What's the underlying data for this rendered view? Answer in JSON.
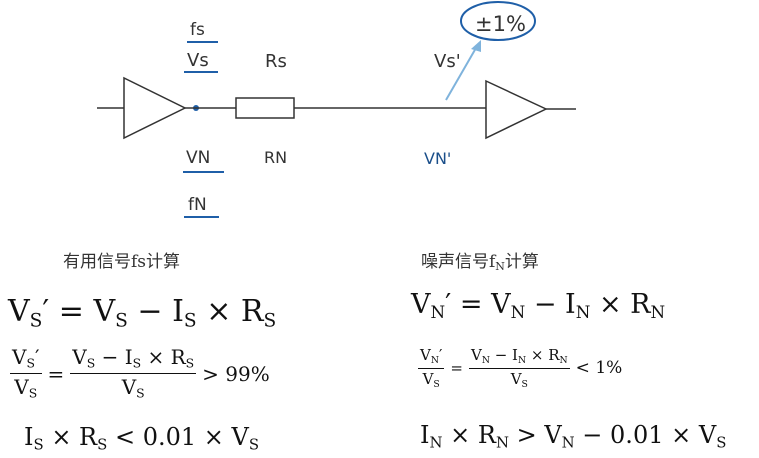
{
  "diagram": {
    "labels": {
      "fs": "fs",
      "vs": "Vs",
      "rs": "Rs",
      "vs_prime": "Vs'",
      "tolerance": "±1%",
      "vn": "VN",
      "rn": "RN",
      "vn_prime": "VN'",
      "fn": "fN"
    },
    "colors": {
      "line": "#333333",
      "node": "#1f5fa8",
      "arrow": "#7fb3dc",
      "circle": "#1f5fa8",
      "ink_blue": "#1b4f8a"
    }
  },
  "captions": {
    "left": "有用信号fs计算",
    "right_prefix": "噪声信号f",
    "right_sub": "N",
    "right_suffix": "计算"
  },
  "left_equations": {
    "eq1": {
      "lhs": "V",
      "lhs_sub": "S",
      "prime": "′",
      "rest": " = V",
      "s1": "S",
      "minus": " − I",
      "s2": "S",
      "times": " × R",
      "s3": "S"
    },
    "eq2": {
      "num_v": "V",
      "num_sub": "S",
      "num_prime": "′",
      "den_v": "V",
      "den_sub": "S",
      "eq": "=",
      "n2_a": "V",
      "n2_a_sub": "S",
      "n2_b": " − I",
      "n2_b_sub": "S",
      "n2_c": " × R",
      "n2_c_sub": "S",
      "d2": "V",
      "d2_sub": "S",
      "tail": "> 99%"
    },
    "eq3": {
      "a": "I",
      "a_sub": "S",
      "b": " × R",
      "b_sub": "S",
      "c": " < 0.01 × V",
      "c_sub": "S"
    }
  },
  "right_equations": {
    "eq1": {
      "lhs": "V",
      "lhs_sub": "N",
      "prime": "′",
      "rest": " = V",
      "s1": "N",
      "minus": " − I",
      "s2": "N",
      "times": " × R",
      "s3": "N"
    },
    "eq2": {
      "num_v": "V",
      "num_sub": "N",
      "num_prime": "′",
      "den_v": "V",
      "den_sub": "S",
      "eq": "=",
      "n2_a": "V",
      "n2_a_sub": "N",
      "n2_b": " − I",
      "n2_b_sub": "N",
      "n2_c": " × R",
      "n2_c_sub": "N",
      "d2": "V",
      "d2_sub": "S",
      "tail": "< 1%"
    },
    "eq3": {
      "a": "I",
      "a_sub": "N",
      "b": " × R",
      "b_sub": "N",
      "c": " > V",
      "c_sub": "N",
      "d": " − 0.01 × V",
      "d_sub": "S"
    }
  }
}
